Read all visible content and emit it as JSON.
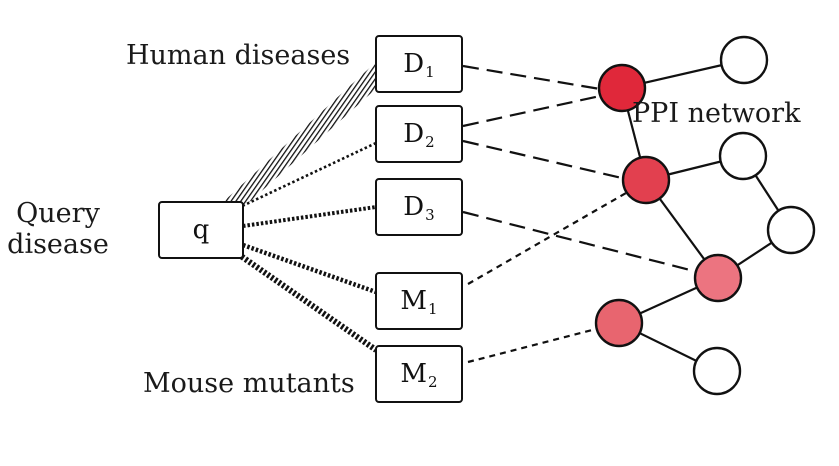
{
  "labels": {
    "query_line1": "Query",
    "query_line2": "disease",
    "human_diseases": "Human diseases",
    "mouse_mutants": "Mouse mutants",
    "ppi_network": "PPI network"
  },
  "query_node": {
    "label": "q"
  },
  "phenotype_nodes": [
    {
      "id": "D1",
      "letter": "D",
      "sub": "1"
    },
    {
      "id": "D2",
      "letter": "D",
      "sub": "2"
    },
    {
      "id": "D3",
      "letter": "D",
      "sub": "3"
    },
    {
      "id": "M1",
      "letter": "M",
      "sub": "1"
    },
    {
      "id": "M2",
      "letter": "M",
      "sub": "2"
    }
  ],
  "ppi_nodes": [
    {
      "id": "G1",
      "color": "#e0283a"
    },
    {
      "id": "W1",
      "color": "#ffffff"
    },
    {
      "id": "G2",
      "color": "#e2404f"
    },
    {
      "id": "W2",
      "color": "#ffffff"
    },
    {
      "id": "W3",
      "color": "#ffffff"
    },
    {
      "id": "G3",
      "color": "#ec7480"
    },
    {
      "id": "G4",
      "color": "#e8656f"
    },
    {
      "id": "W4",
      "color": "#ffffff"
    }
  ],
  "edge_styles": {
    "similarity_hatched": "dense hatching (strongest)",
    "similarity_dotted": "dotted",
    "annotation_dashed": "long dashes",
    "annotation_dotted": "short dashes"
  }
}
